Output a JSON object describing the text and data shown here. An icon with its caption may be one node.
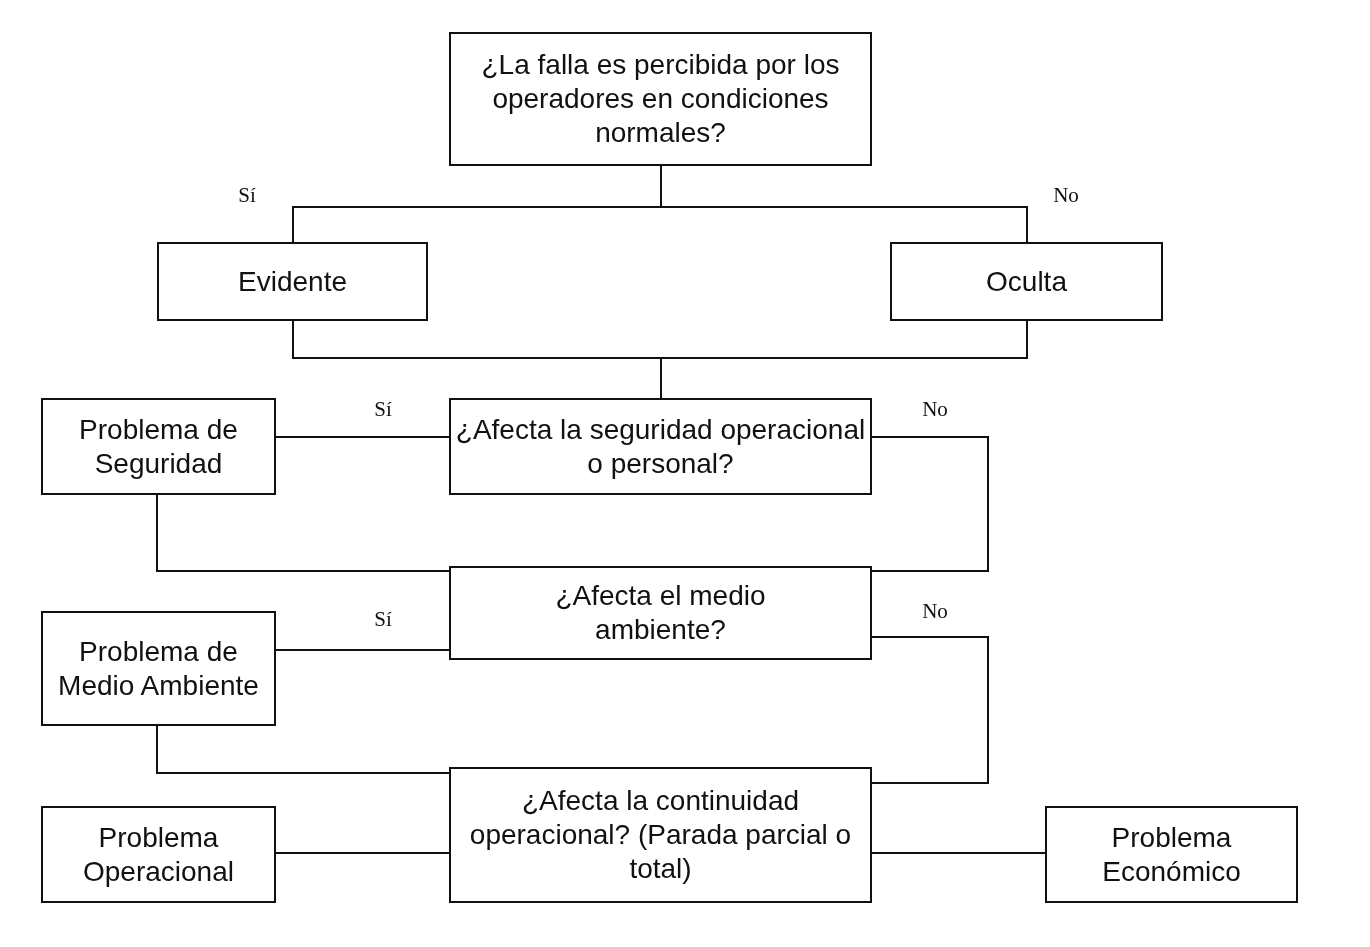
{
  "diagram": {
    "nodes": [
      {
        "text": [
          "¿La falla es percibida por los operadores en condiciones normales?"
        ]
      },
      {
        "text": [
          "Evidente"
        ]
      },
      {
        "text": [
          "Oculta"
        ]
      },
      {
        "text": [
          "Problema de Seguridad"
        ]
      },
      {
        "text": [
          "¿Afecta la seguridad operacional o personal?"
        ]
      },
      {
        "text": [
          "¿Afecta el medio ambiente?"
        ]
      },
      {
        "text": [
          "Problema de Medio Ambiente"
        ]
      },
      {
        "text": [
          "¿Afecta la continuidad operacional? (Parada parcial o total)"
        ]
      },
      {
        "text": [
          "Problema Operacional"
        ]
      },
      {
        "text": [
          "Problema Económico"
        ]
      }
    ],
    "edges": [
      {
        "from": 0,
        "to": 1,
        "arrow": "none",
        "label": "Sí"
      },
      {
        "from": 0,
        "to": 2,
        "arrow": "none",
        "label": "No"
      },
      {
        "from": 1,
        "to": 4,
        "arrow": "none"
      },
      {
        "from": 2,
        "to": 4,
        "arrow": "none"
      },
      {
        "from": 4,
        "to": 3,
        "arrow": "none",
        "label": "Sí"
      },
      {
        "from": 4,
        "to": 5,
        "arrow": "none",
        "label": "No"
      },
      {
        "from": 3,
        "to": 5,
        "arrow": "none"
      },
      {
        "from": 5,
        "to": 6,
        "arrow": "none",
        "label": "Sí"
      },
      {
        "from": 5,
        "to": 7,
        "arrow": "none",
        "label": "No"
      },
      {
        "from": 6,
        "to": 7,
        "arrow": "none"
      },
      {
        "from": 7,
        "to": 8,
        "arrow": "none"
      },
      {
        "from": 7,
        "to": 9,
        "arrow": "none"
      }
    ]
  }
}
